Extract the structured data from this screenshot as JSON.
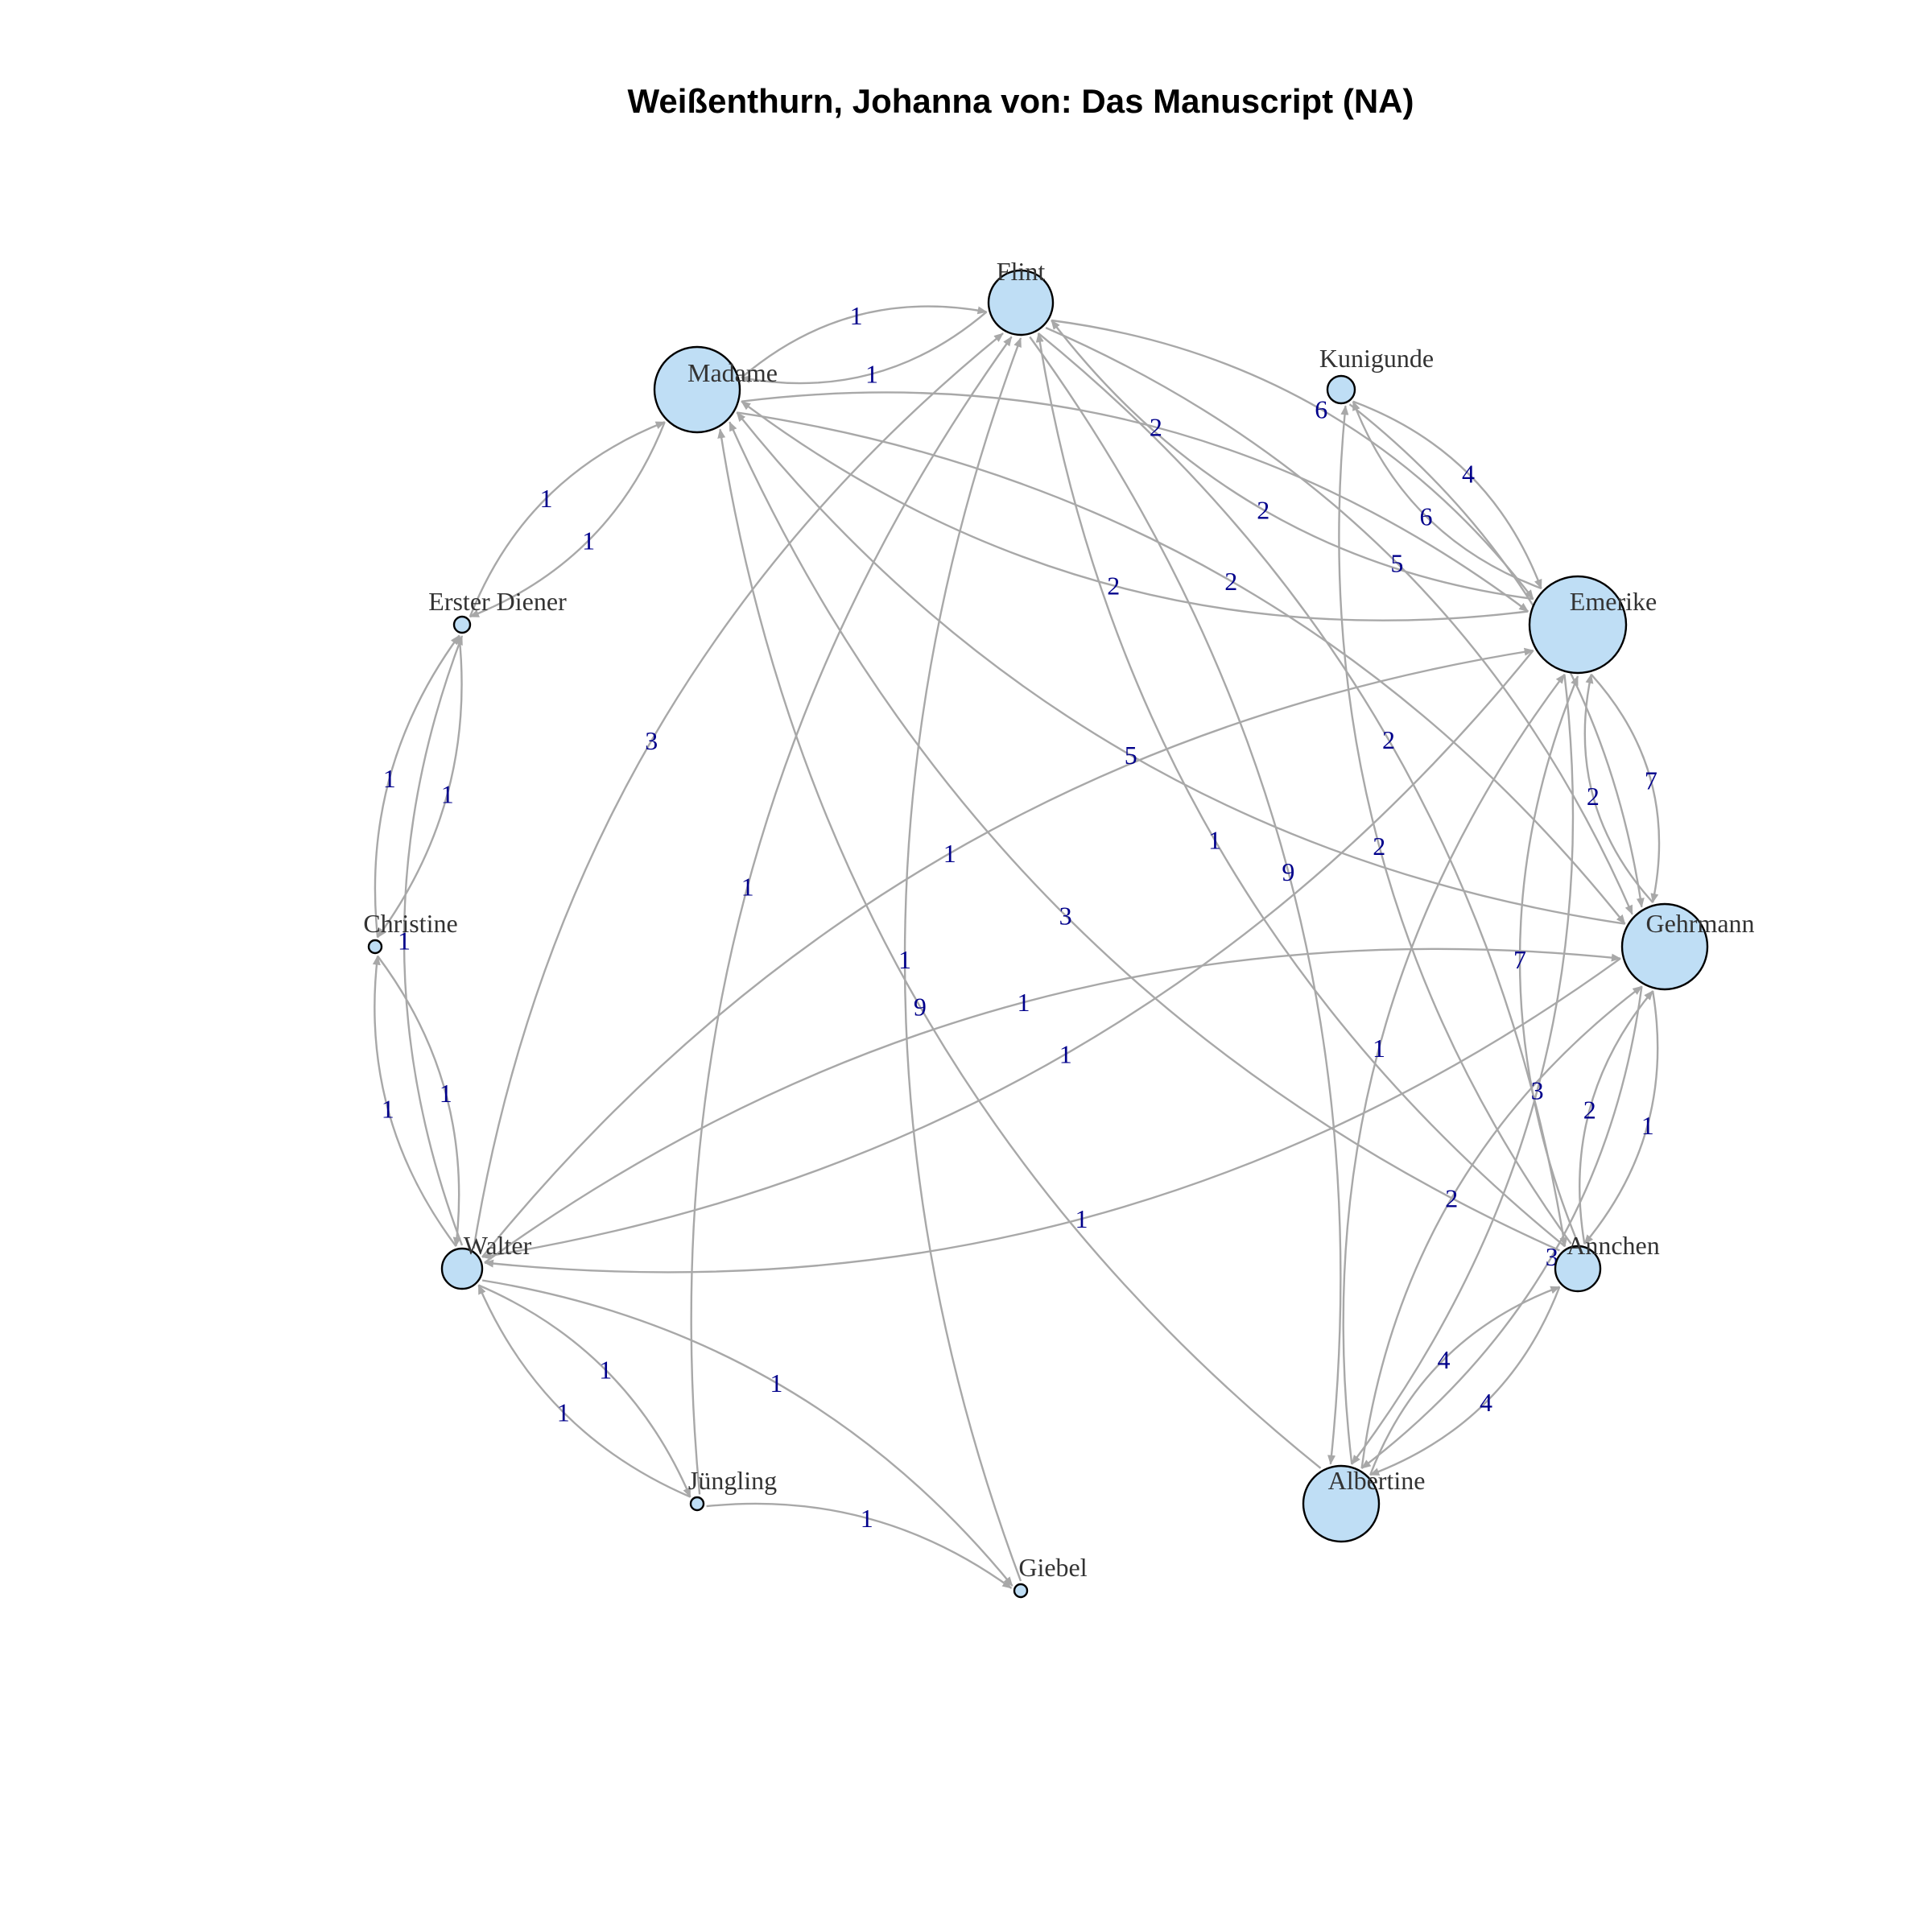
{
  "title": "Weißenthurn, Johanna von: Das Manuscript (NA)",
  "colors": {
    "node_fill": "#bfdef5",
    "node_stroke": "#000000",
    "edge": "#a8a8a8",
    "edge_label": "#00008b",
    "node_label": "#333333"
  },
  "nodes": [
    {
      "id": "flint",
      "label": "Flint"
    },
    {
      "id": "madame",
      "label": "Madame"
    },
    {
      "id": "kunigunde",
      "label": "Kunigunde"
    },
    {
      "id": "erster_diener",
      "label": "Erster Diener"
    },
    {
      "id": "emerike",
      "label": "Emerike"
    },
    {
      "id": "christine",
      "label": "Christine"
    },
    {
      "id": "gehrmann",
      "label": "Gehrmann"
    },
    {
      "id": "walter",
      "label": "Walter"
    },
    {
      "id": "annchen",
      "label": "Annchen"
    },
    {
      "id": "juengling",
      "label": "Jüngling"
    },
    {
      "id": "albertine",
      "label": "Albertine"
    },
    {
      "id": "giebel",
      "label": "Giebel"
    }
  ],
  "edges": [
    {
      "from": "madame",
      "to": "flint",
      "weight": "1"
    },
    {
      "from": "flint",
      "to": "madame",
      "weight": "1"
    },
    {
      "from": "erster_diener",
      "to": "madame",
      "weight": "1"
    },
    {
      "from": "madame",
      "to": "erster_diener",
      "weight": "1"
    },
    {
      "from": "flint",
      "to": "emerike",
      "weight": "6"
    },
    {
      "from": "madame",
      "to": "emerike",
      "weight": "2"
    },
    {
      "from": "emerike",
      "to": "madame",
      "weight": "2"
    },
    {
      "from": "emerike",
      "to": "flint",
      "weight": "2"
    },
    {
      "from": "kunigunde",
      "to": "emerike",
      "weight": "4"
    },
    {
      "from": "emerike",
      "to": "kunigunde",
      "weight": "6"
    },
    {
      "from": "kunigunde",
      "to": "gehrmann",
      "weight": "4"
    },
    {
      "from": "walter",
      "to": "flint",
      "weight": "3"
    },
    {
      "from": "juengling",
      "to": "flint",
      "weight": "1"
    },
    {
      "from": "gehrmann",
      "to": "madame",
      "weight": "5"
    },
    {
      "from": "madame",
      "to": "gehrmann",
      "weight": "2"
    },
    {
      "from": "annchen",
      "to": "madame",
      "weight": "3"
    },
    {
      "from": "albertine",
      "to": "madame",
      "weight": "9"
    },
    {
      "from": "walter",
      "to": "emerike",
      "weight": "1"
    },
    {
      "from": "emerike",
      "to": "walter",
      "weight": "1"
    },
    {
      "from": "flint",
      "to": "albertine",
      "weight": "9"
    },
    {
      "from": "giebel",
      "to": "flint",
      "weight": "1"
    },
    {
      "from": "emerike",
      "to": "gehrmann",
      "weight": "7"
    },
    {
      "from": "gehrmann",
      "to": "emerike",
      "weight": "2"
    },
    {
      "from": "flint",
      "to": "gehrmann",
      "weight": "5"
    },
    {
      "from": "gehrmann",
      "to": "walter",
      "weight": "1"
    },
    {
      "from": "walter",
      "to": "gehrmann",
      "weight": "1"
    },
    {
      "from": "gehrmann",
      "to": "annchen",
      "weight": "1"
    },
    {
      "from": "annchen",
      "to": "gehrmann",
      "weight": "2"
    },
    {
      "from": "albertine",
      "to": "annchen",
      "weight": "4"
    },
    {
      "from": "annchen",
      "to": "albertine",
      "weight": "4"
    },
    {
      "from": "gehrmann",
      "to": "albertine",
      "weight": "3"
    },
    {
      "from": "albertine",
      "to": "gehrmann",
      "weight": "2"
    },
    {
      "from": "walter",
      "to": "christine",
      "weight": "1"
    },
    {
      "from": "christine",
      "to": "walter",
      "weight": "1"
    },
    {
      "from": "christine",
      "to": "erster_diener",
      "weight": "1"
    },
    {
      "from": "erster_diener",
      "to": "christine",
      "weight": "1"
    },
    {
      "from": "walter",
      "to": "erster_diener",
      "weight": "1"
    },
    {
      "from": "walter",
      "to": "juengling",
      "weight": "1"
    },
    {
      "from": "juengling",
      "to": "walter",
      "weight": "1"
    },
    {
      "from": "walter",
      "to": "giebel",
      "weight": "1"
    },
    {
      "from": "juengling",
      "to": "giebel",
      "weight": "1"
    },
    {
      "from": "emerike",
      "to": "albertine",
      "weight": "3"
    },
    {
      "from": "albertine",
      "to": "emerike",
      "weight": "1"
    },
    {
      "from": "annchen",
      "to": "emerike",
      "weight": "7"
    },
    {
      "from": "annchen",
      "to": "kunigunde",
      "weight": "2"
    },
    {
      "from": "annchen",
      "to": "flint",
      "weight": "1"
    },
    {
      "from": "flint",
      "to": "annchen",
      "weight": "2"
    }
  ]
}
